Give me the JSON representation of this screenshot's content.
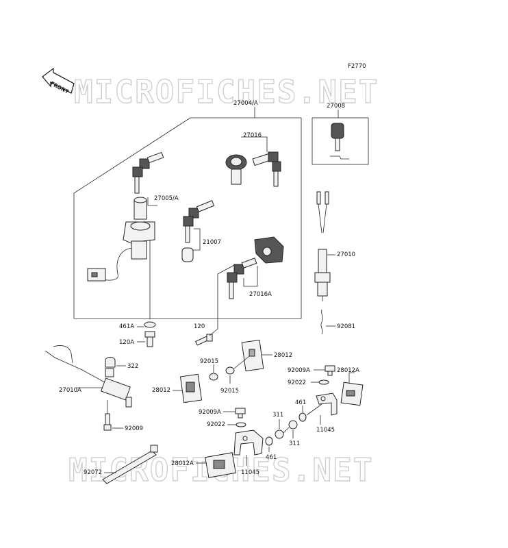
{
  "figure_code": "F2770",
  "front_arrow": "FRONT",
  "watermark": "MICROFICHES.NET",
  "labels": {
    "p27004A": "27004/A",
    "p27008": "27008",
    "p27016": "27016",
    "p27005A": "27005/A",
    "p21007": "21007",
    "p27016A": "27016A",
    "p27010": "27010",
    "p461A": "461A",
    "p120A": "120A",
    "p120": "120",
    "p92081": "92081",
    "p322": "322",
    "p27010A": "27010A",
    "p92015a": "92015",
    "p92015b": "92015",
    "p28012a": "28012",
    "p28012b": "28012",
    "p92009Aa": "92009A",
    "p92022a": "92022",
    "p28012Aa": "28012A",
    "p461a": "461",
    "p92009": "92009",
    "p92009Ab": "92009A",
    "p92022b": "92022",
    "p311a": "311",
    "p311b": "311",
    "p11045a": "11045",
    "p92072": "92072",
    "p28012Ab": "28012A",
    "p461b": "461",
    "p11045b": "11045"
  }
}
